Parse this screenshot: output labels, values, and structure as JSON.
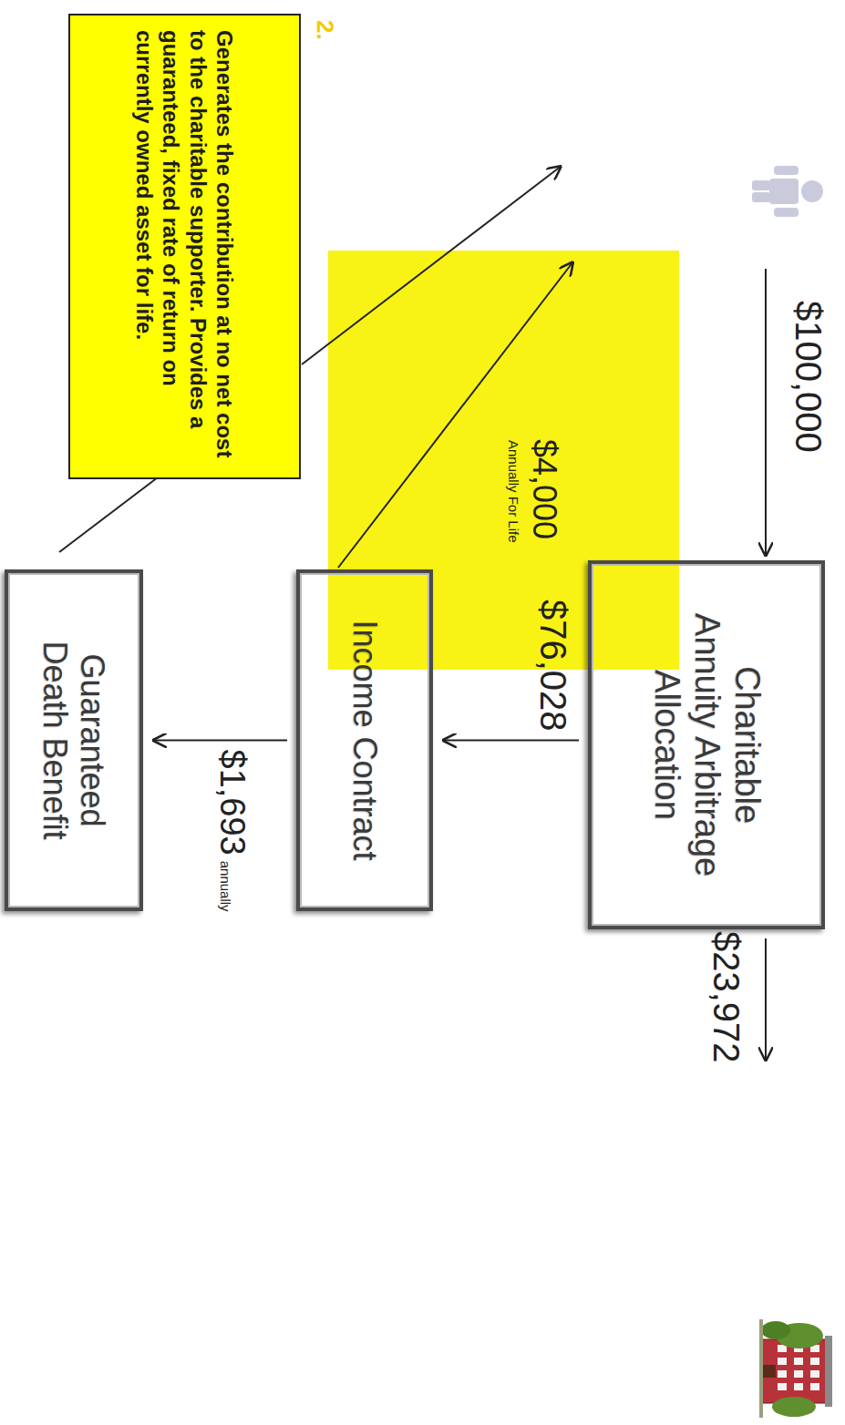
{
  "diagram": {
    "nodes": [
      {
        "text": [
          "Charitable Annuity Arbitrage Allocation"
        ]
      },
      {
        "text": [
          "Income Contract"
        ]
      },
      {
        "text": [
          "Guaranteed Death Benefit"
        ]
      },
      {
        "text": [
          "Generates the contribution at no net cost to the charitable supporter. Provides a guaranteed, fixed rate of return on currently owned asset for life."
        ]
      }
    ],
    "edges": [
      {
        "from": 0,
        "to": 1,
        "arrow": "to",
        "label": "$76,028"
      },
      {
        "from": 1,
        "to": 2,
        "arrow": "to",
        "label": "$1,693"
      }
    ],
    "labels": [
      "$100,000",
      "$23,972",
      "$4,000",
      "Annually For Life",
      "annually",
      "2."
    ]
  }
}
